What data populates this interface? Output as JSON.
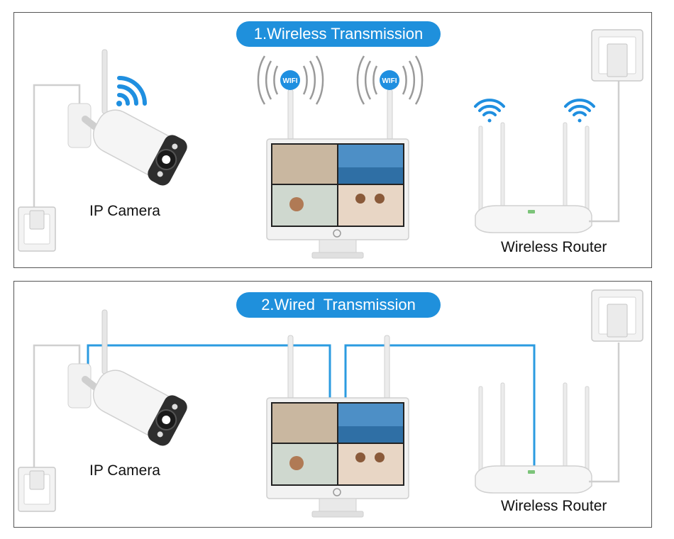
{
  "panels": [
    {
      "title": "1.Wireless Transmission",
      "camera_label": "IP Camera",
      "router_label": "Wireless Router",
      "wifi_badge": "WIFI"
    },
    {
      "title": "2.Wired  Transmission",
      "camera_label": "IP Camera",
      "router_label": "Wireless Router"
    }
  ],
  "colors": {
    "accent": "#1f90dc",
    "cable": "#2b9be0",
    "wifi_icon": "#1f8fe0",
    "wave": "#9a9a9a"
  },
  "icons": [
    "ip-camera-icon",
    "nvr-monitor-icon",
    "wireless-router-icon",
    "power-outlet-icon",
    "wifi-icon",
    "wifi-signal-waves-icon"
  ]
}
